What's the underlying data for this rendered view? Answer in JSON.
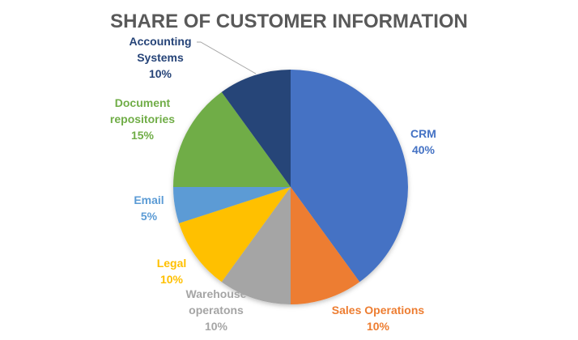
{
  "chart_data": {
    "type": "pie",
    "title": "SHARE OF CUSTOMER INFORMATION",
    "start": "top",
    "direction": "clockwise",
    "slices": [
      {
        "name": "CRM",
        "label_lines": [
          "CRM"
        ],
        "value": 40,
        "label": "40%",
        "color": "#4472C4"
      },
      {
        "name": "Sales Operations",
        "label_lines": [
          "Sales Operations"
        ],
        "value": 10,
        "label": "10%",
        "color": "#ED7D31"
      },
      {
        "name": "Warehouse operatons",
        "label_lines": [
          "Warehouse",
          "operatons"
        ],
        "value": 10,
        "label": "10%",
        "color": "#A5A5A5"
      },
      {
        "name": "Legal",
        "label_lines": [
          "Legal"
        ],
        "value": 10,
        "label": "10%",
        "color": "#FFC000"
      },
      {
        "name": "Email",
        "label_lines": [
          "Email"
        ],
        "value": 5,
        "label": "5%",
        "color": "#5B9BD5"
      },
      {
        "name": "Document repositories",
        "label_lines": [
          "Document",
          "repositories"
        ],
        "value": 15,
        "label": "15%",
        "color": "#70AD47"
      },
      {
        "name": "Accounting Systems",
        "label_lines": [
          "Accounting",
          "Systems"
        ],
        "value": 10,
        "label": "10%",
        "color": "#264478"
      }
    ]
  }
}
